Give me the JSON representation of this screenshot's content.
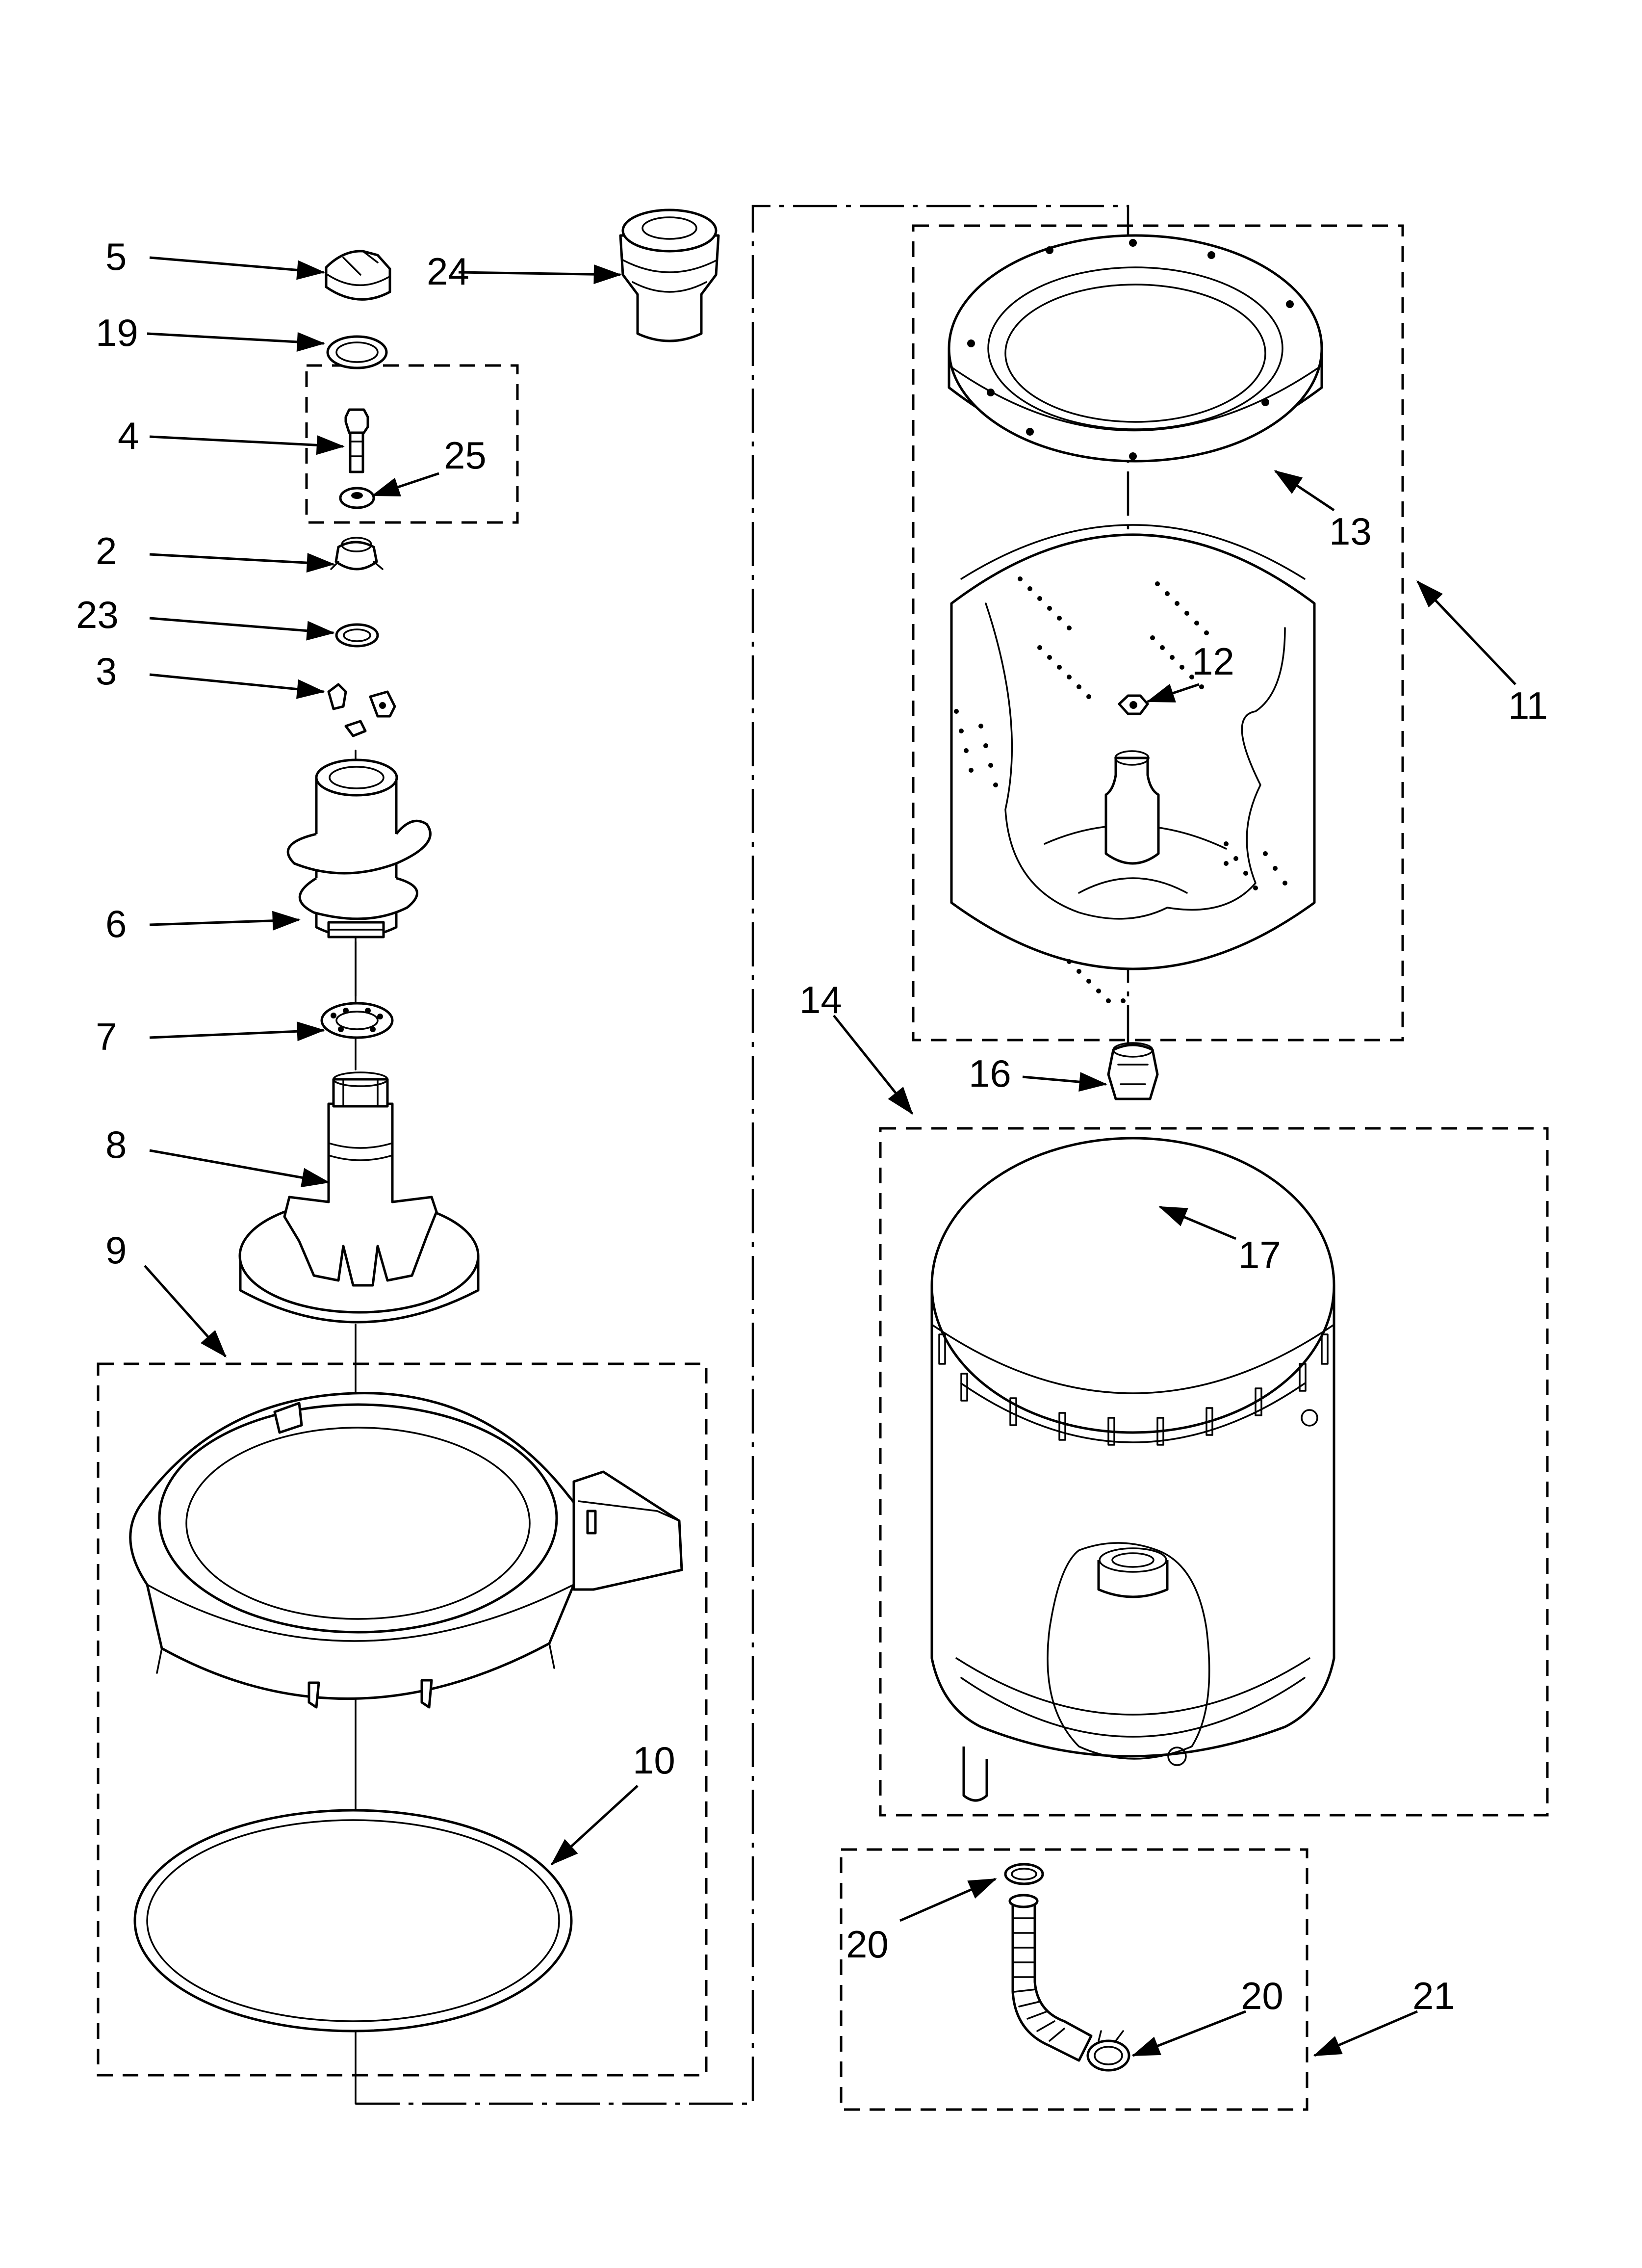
{
  "callouts": [
    {
      "id": "5",
      "text": "5"
    },
    {
      "id": "24",
      "text": "24"
    },
    {
      "id": "19",
      "text": "19"
    },
    {
      "id": "4",
      "text": "4"
    },
    {
      "id": "25",
      "text": "25"
    },
    {
      "id": "2",
      "text": "2"
    },
    {
      "id": "23",
      "text": "23"
    },
    {
      "id": "3",
      "text": "3"
    },
    {
      "id": "6",
      "text": "6"
    },
    {
      "id": "7",
      "text": "7"
    },
    {
      "id": "8",
      "text": "8"
    },
    {
      "id": "9",
      "text": "9"
    },
    {
      "id": "10",
      "text": "10"
    },
    {
      "id": "13",
      "text": "13"
    },
    {
      "id": "12",
      "text": "12"
    },
    {
      "id": "11",
      "text": "11"
    },
    {
      "id": "14",
      "text": "14"
    },
    {
      "id": "16",
      "text": "16"
    },
    {
      "id": "17",
      "text": "17"
    },
    {
      "id": "20a",
      "text": "20"
    },
    {
      "id": "20b",
      "text": "20"
    },
    {
      "id": "21",
      "text": "21"
    }
  ]
}
